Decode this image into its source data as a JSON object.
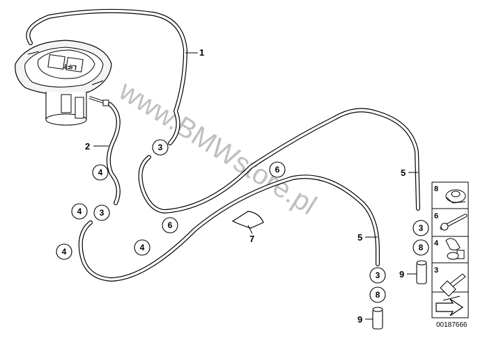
{
  "diagram": {
    "watermark": "www.BMWstore.pl",
    "document_id": "00187666",
    "pump_label": "LIFT",
    "callouts": {
      "c1": "1",
      "c2": "2",
      "c5a": "5",
      "c5b": "5",
      "c7": "7",
      "c9a": "9",
      "c9b": "9"
    },
    "circles": {
      "a3": "3",
      "b3": "3",
      "c3": "3",
      "d3": "3",
      "a4": "4",
      "b4": "4",
      "c4": "4",
      "d4": "4",
      "a6": "6",
      "b6": "6",
      "a8": "8",
      "b8": "8"
    },
    "legend": [
      "8",
      "6",
      "4",
      "3"
    ]
  }
}
